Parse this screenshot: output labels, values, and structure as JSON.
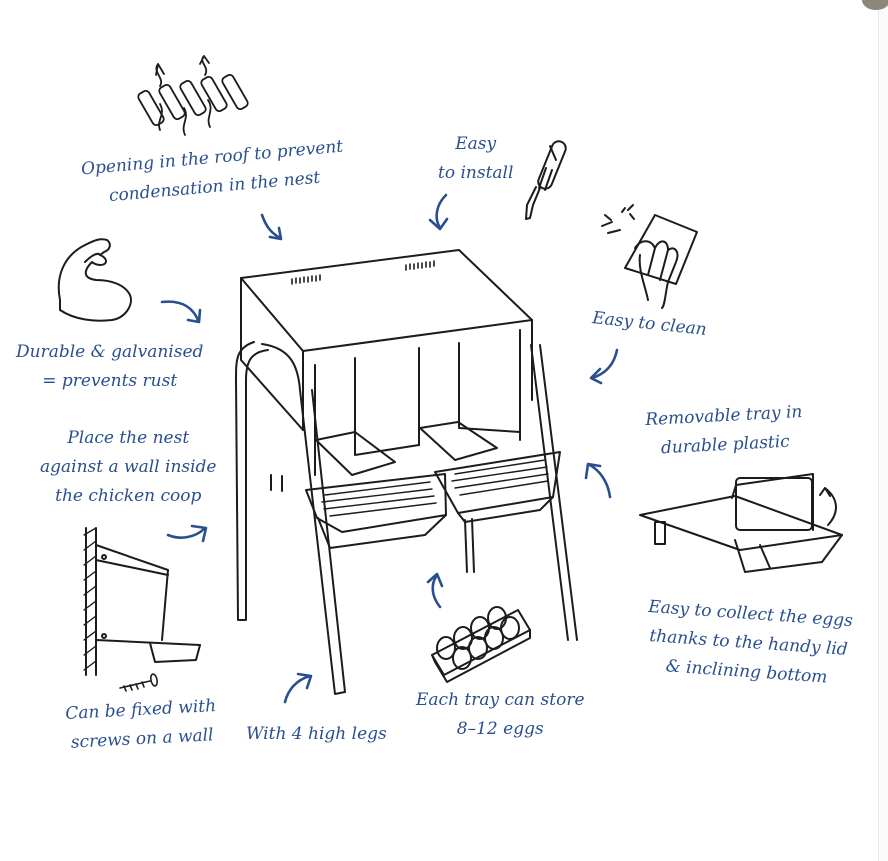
{
  "colors": {
    "ink": "#1c1c1c",
    "accent_blue": "#2a4f8f",
    "background": "#ffffff"
  },
  "icons": [
    "ventilation-slats-icon",
    "screwdriver-icon",
    "cleaning-hand-icon",
    "flexed-arm-icon",
    "wall-mount-icon",
    "screw-icon",
    "removable-tray-icon",
    "egg-carton-icon"
  ],
  "labels": {
    "roof_opening": [
      "Opening in the roof to prevent",
      "condensation in the nest"
    ],
    "easy_install": [
      "Easy",
      "to install"
    ],
    "easy_clean": [
      "Easy to clean"
    ],
    "durable": [
      "Durable & galvanised",
      "= prevents rust"
    ],
    "place_nest": [
      "Place the nest",
      "against a wall inside",
      "the chicken coop"
    ],
    "removable_tray": [
      "Removable tray in",
      "durable plastic"
    ],
    "collect_eggs": [
      "Easy to collect the eggs",
      "thanks to the handy lid",
      "& inclining bottom"
    ],
    "screws": [
      "Can be fixed with",
      "screws on a wall"
    ],
    "legs": [
      "With 4 high legs"
    ],
    "tray_store": [
      "Each tray can store",
      "8–12 eggs"
    ]
  }
}
